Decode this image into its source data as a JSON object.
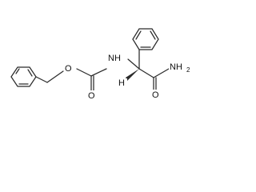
{
  "structure": {
    "atoms": {
      "ester_oxygen": "O",
      "amine": "NH",
      "carbonyl_oxygen": "O",
      "alpha_hydrogen": "H",
      "amide": "NH2",
      "amide_sub": "2",
      "amide_main": "NH",
      "amide_oxygen": "O"
    }
  }
}
